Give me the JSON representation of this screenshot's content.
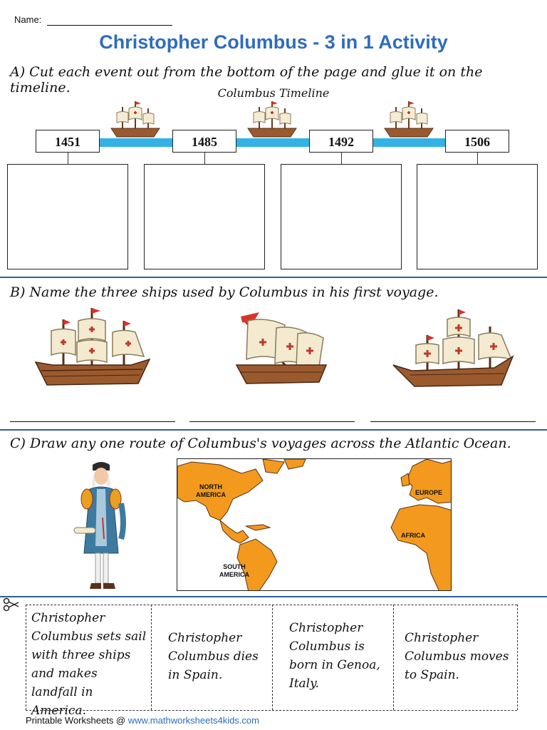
{
  "header": {
    "name_label": "Name:",
    "title": "Christopher Columbus - 3 in 1 Activity"
  },
  "section_a": {
    "prompt": "A)  Cut each event out from the bottom of the page and glue it on the timeline.",
    "timeline_title": "Columbus Timeline",
    "years": [
      "1451",
      "1485",
      "1492",
      "1506"
    ]
  },
  "section_b": {
    "prompt": "B)  Name the three ships used by Columbus in his first voyage."
  },
  "section_c": {
    "prompt": "C)  Draw any one route of Columbus's voyages across the Atlantic Ocean.",
    "map_labels": {
      "north_america": "NORTH AMERICA",
      "south_america": "SOUTH AMERICA",
      "europe": "EUROPE",
      "africa": "AFRICA"
    }
  },
  "events": [
    "Christopher Columbus sets sail with three ships and makes landfall in America.",
    "Christopher Columbus dies in Spain.",
    "Christopher Columbus is born in Genoa, Italy.",
    "Christopher Columbus moves to Spain."
  ],
  "footer": {
    "label": "Printable Worksheets @ ",
    "url": "www.mathworksheets4kids.com"
  },
  "colors": {
    "title_blue": "#2f6dbd",
    "divider_blue": "#2f5f9c",
    "water": "#33b2e6",
    "land": "#f39a1e",
    "sail_cross": "#c0392b"
  },
  "icons": [
    "ship-icon",
    "scissors-icon",
    "columbus-figure",
    "world-map"
  ]
}
